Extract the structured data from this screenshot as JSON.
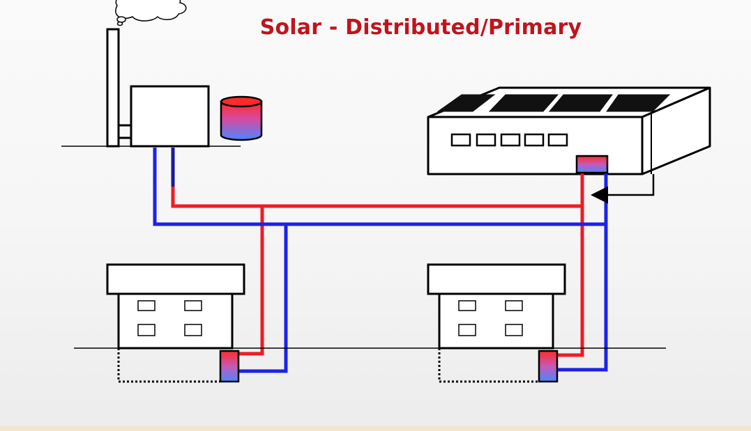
{
  "diagram": {
    "title": "Solar - Distributed/Primary"
  },
  "colors": {
    "title": "#c0141c",
    "hot_pipe": "#ee1c24",
    "cold_pipe": "#1c22e6",
    "outline": "#000000",
    "panel": "#111111",
    "tank_top": "#ff2a2a",
    "tank_bottom": "#4a86ff"
  },
  "elements": {
    "central_plant": "boiler-plant",
    "storage_tank": "storage-tank",
    "solar_facility": "solar-facility",
    "house_left": "house",
    "house_right": "house"
  }
}
